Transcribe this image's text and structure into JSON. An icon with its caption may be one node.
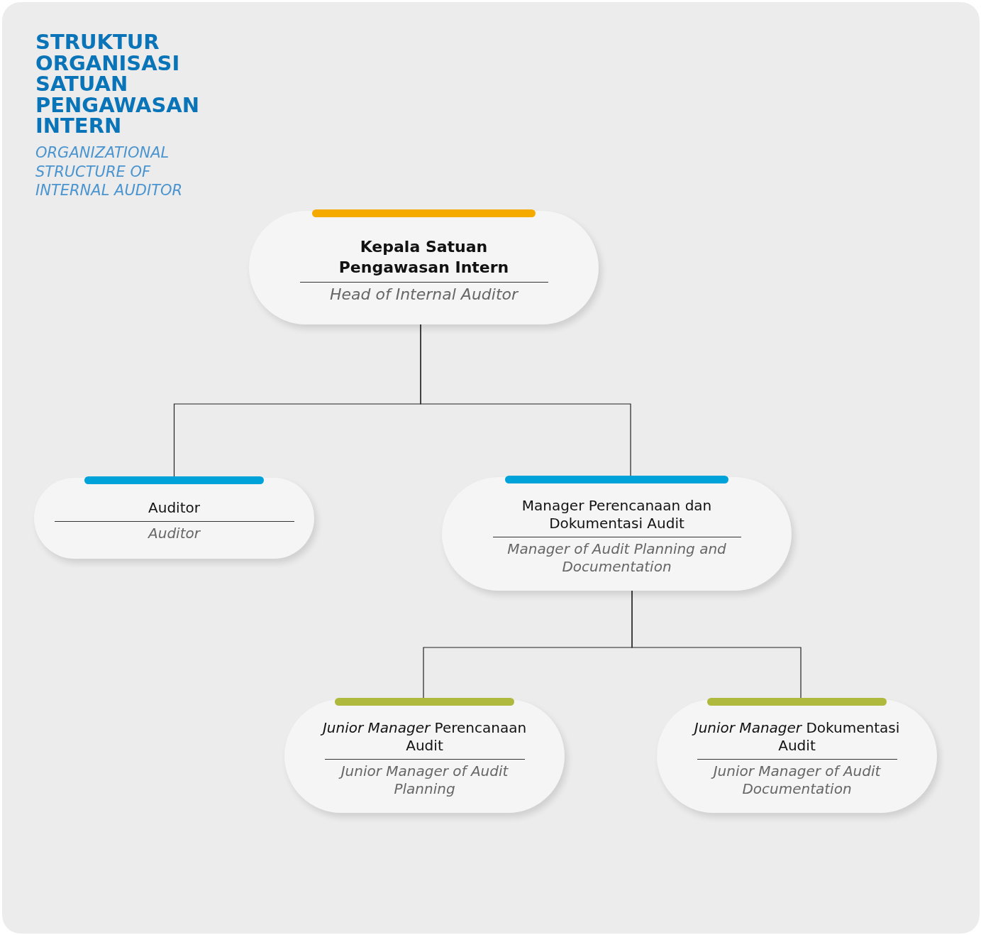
{
  "diagram": {
    "title": "STRUKTUR ORGANISASI SATUAN PENGAWASAN INTERN",
    "nodes": [
      {
        "text": [
          "Kepala Satuan Pengawasan Intern",
          "Head of Internal Auditor"
        ]
      },
      {
        "text": [
          "Auditor",
          "Auditor"
        ]
      },
      {
        "text": [
          "Manager Perencanaan dan Dokumentasi Audit",
          "Manager of Audit Planning and Documentation"
        ]
      },
      {
        "text": [
          "*Junior Manager* Perencanaan Audit",
          "Junior Manager of Audit Planning"
        ]
      },
      {
        "text": [
          "*Junior Manager* Dokumentasi Audit",
          "Junior Manager of Audit Documentation"
        ]
      }
    ],
    "edges": [
      {
        "from": 0,
        "to": 1,
        "arrow": "none"
      },
      {
        "from": 0,
        "to": 2,
        "arrow": "none"
      },
      {
        "from": 2,
        "to": 3,
        "arrow": "none"
      },
      {
        "from": 2,
        "to": 4,
        "arrow": "none"
      }
    ],
    "labels": [
      "ORGANIZATIONAL STRUCTURE OF INTERNAL AUDITOR"
    ]
  }
}
